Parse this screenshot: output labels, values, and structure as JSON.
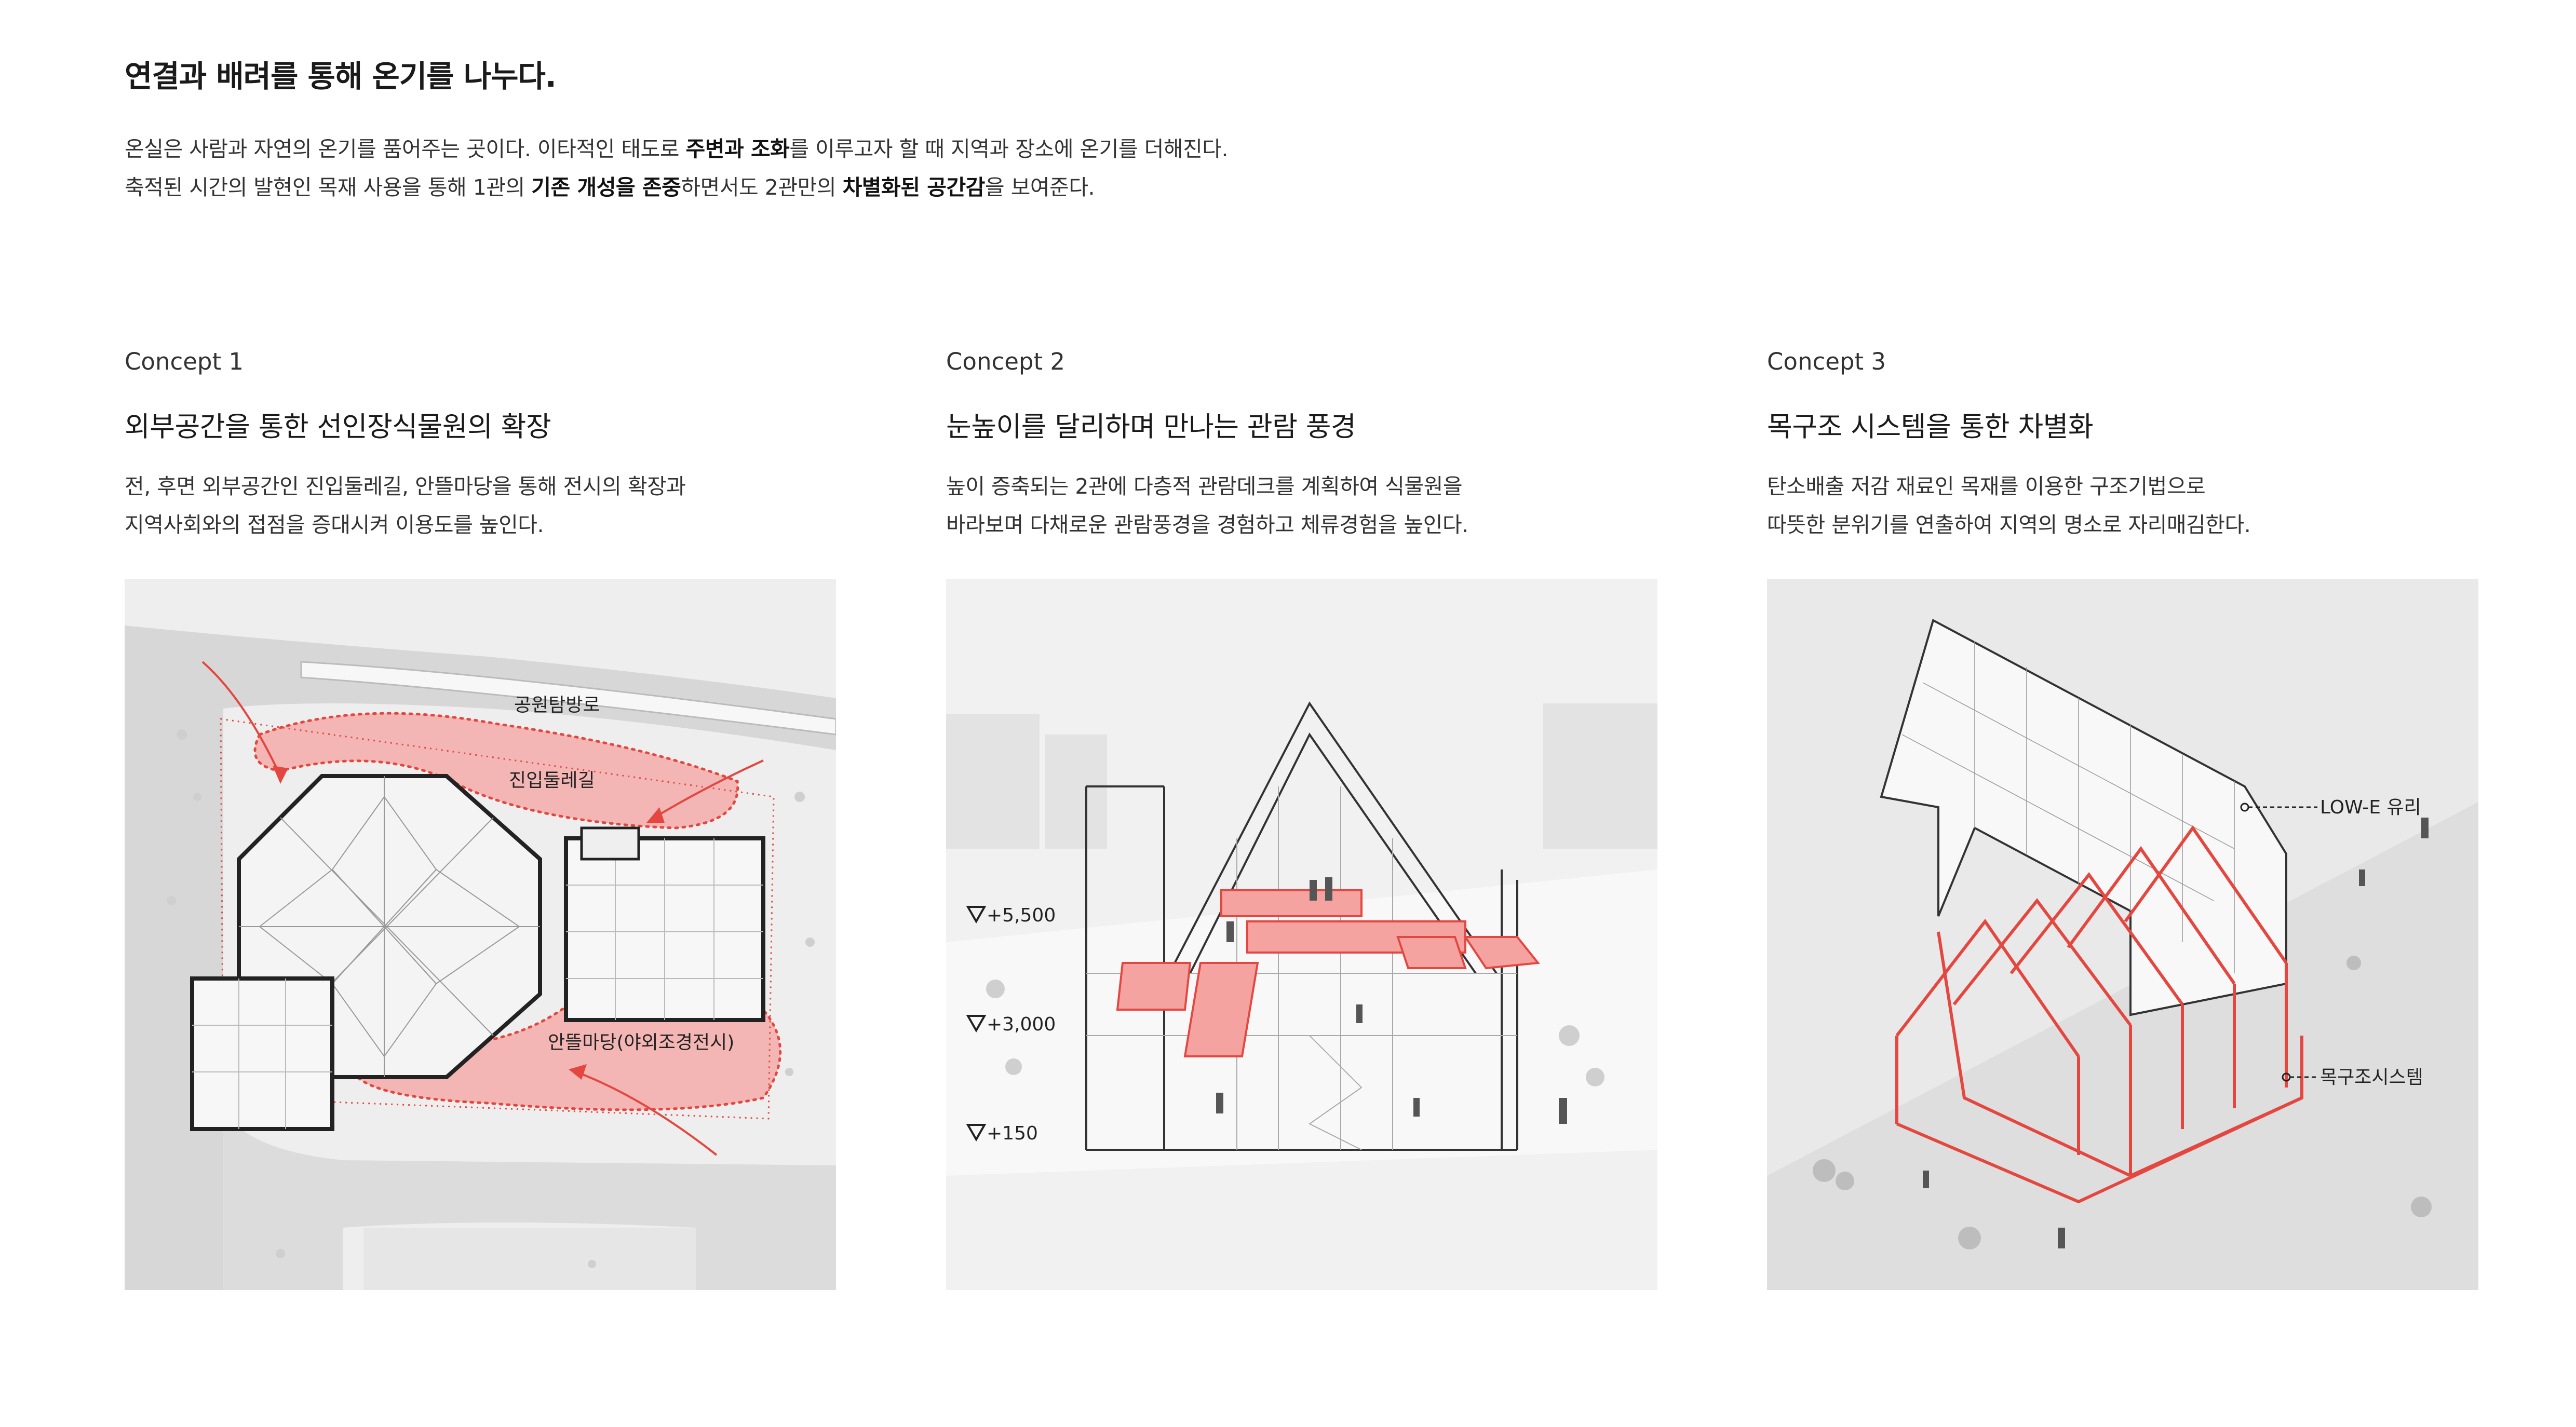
{
  "header": {
    "headline": "연결과 배려를 통해 온기를 나누다.",
    "intro_line1": {
      "p1": "온실은 사람과 자연의 온기를 품어주는 곳이다. 이타적인 태도로 ",
      "b1": "주변과 조화",
      "p2": "를 이루고자 할 때 지역과 장소에 온기를 더해진다."
    },
    "intro_line2": {
      "p1": "축적된 시간의 발현인 목재 사용을 통해 1관의 ",
      "b1": "기존 개성을 존중",
      "p2": "하면서도 2관만의 ",
      "b2": "차별화된 공간감",
      "p3": "을 보여준다."
    }
  },
  "concepts": [
    {
      "label": "Concept 1",
      "title": "외부공간을 통한 선인장식물원의 확장",
      "desc1": "전, 후면 외부공간인 진입둘레길, 안뜰마당을 통해 전시의 확장과",
      "desc2": "지역사회와의 접점을 증대시켜 이용도를 높인다.",
      "annotations": {
        "park_road": "공원탐방로",
        "entry_path": "진입둘레길",
        "courtyard": "안뜰마당(야외조경전시)"
      }
    },
    {
      "label": "Concept 2",
      "title": "눈높이를 달리하며 만나는 관람 풍경",
      "desc1": "높이 증축되는 2관에 다층적 관람데크를 계획하여 식물원을",
      "desc2": "바라보며 다채로운 관람풍경을 경험하고 체류경험을 높인다.",
      "levels": [
        "+5,500",
        "+3,000",
        "+150"
      ]
    },
    {
      "label": "Concept 3",
      "title": "목구조 시스템을 통한 차별화",
      "desc1": "탄소배출 저감 재료인 목재를 이용한 구조기법으로",
      "desc2": "따뜻한 분위기를 연출하여 지역의 명소로 자리매김한다.",
      "annotations": {
        "glass": "LOW-E 유리",
        "timber": "목구조시스템"
      }
    }
  ],
  "colors": {
    "accent_red": "#e4473f",
    "accent_fill": "#f4a3a0",
    "figure_bg": "#efefef",
    "line_dark": "#2a2a2a"
  }
}
